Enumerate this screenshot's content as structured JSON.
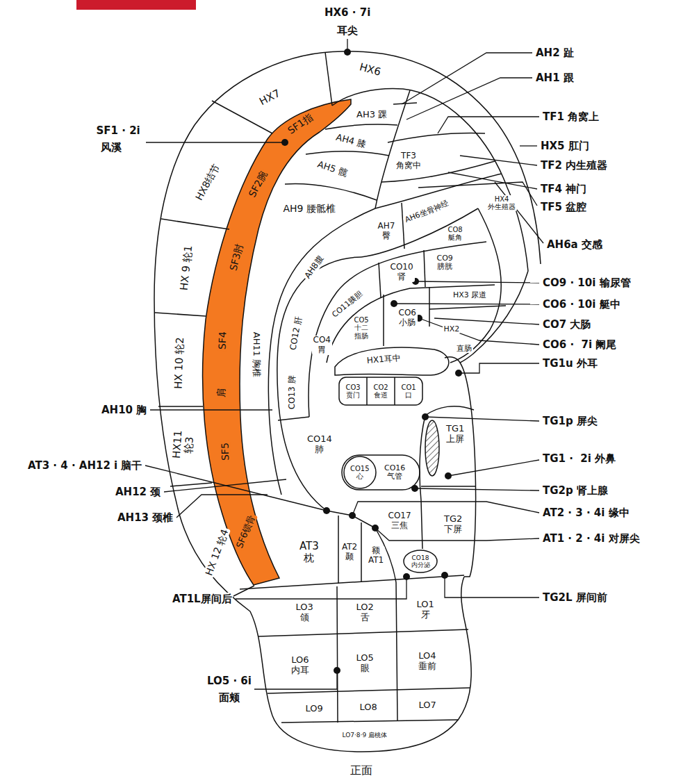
{
  "diagram": {
    "caption": "正面",
    "nodes": [
      {
        "text": [
          "HX6"
        ]
      },
      {
        "text": [
          "HX7"
        ]
      },
      {
        "text": [
          "HX8结节"
        ]
      },
      {
        "text": [
          "HX 9 轮1"
        ]
      },
      {
        "text": [
          "HX 10 轮2"
        ]
      },
      {
        "text": [
          "HX11",
          "轮3"
        ]
      },
      {
        "text": [
          "HX 12 轮4"
        ]
      },
      {
        "text": [
          "SF1指"
        ]
      },
      {
        "text": [
          "SF2腕"
        ]
      },
      {
        "text": [
          "SF3肘"
        ]
      },
      {
        "text": [
          "SF4"
        ]
      },
      {
        "text": [
          "肩"
        ]
      },
      {
        "text": [
          "SF5"
        ]
      },
      {
        "text": [
          "SF6锁骨"
        ]
      },
      {
        "text": [
          "AH3 踝"
        ]
      },
      {
        "text": [
          "AH4 膝"
        ]
      },
      {
        "text": [
          "AH5 髋"
        ]
      },
      {
        "text": [
          "AH9 腰骶椎"
        ]
      },
      {
        "text": [
          "AH8腹"
        ]
      },
      {
        "text": [
          "AH11 胸椎"
        ]
      },
      {
        "text": [
          "AH7",
          "臀"
        ]
      },
      {
        "text": [
          "AH6坐骨神经"
        ]
      },
      {
        "text": [
          "TF3",
          "角窝中"
        ]
      },
      {
        "text": [
          "HX4",
          "外生殖器"
        ]
      },
      {
        "text": [
          "CO8",
          "艇角"
        ]
      },
      {
        "text": [
          "CO9",
          "膀胱"
        ]
      },
      {
        "text": [
          "CO10",
          "肾"
        ]
      },
      {
        "text": [
          "CO11胰胆"
        ]
      },
      {
        "text": [
          "CO12 肝"
        ]
      },
      {
        "text": [
          "CO5",
          "十二 指肠"
        ]
      },
      {
        "text": [
          "CO6",
          "小肠"
        ]
      },
      {
        "text": [
          "HX3 尿道"
        ]
      },
      {
        "text": [
          "HX2"
        ]
      },
      {
        "text": [
          "直肠"
        ]
      },
      {
        "text": [
          "HX1耳中"
        ]
      },
      {
        "text": [
          "CO4",
          "胃"
        ]
      },
      {
        "text": [
          "CO3",
          "贲门"
        ]
      },
      {
        "text": [
          "CO2",
          "食道"
        ]
      },
      {
        "text": [
          "CO1",
          "口"
        ]
      },
      {
        "text": [
          "CO13 脾"
        ]
      },
      {
        "text": [
          "CO14",
          "肺"
        ]
      },
      {
        "text": [
          "CO15",
          "心"
        ]
      },
      {
        "text": [
          "CO16",
          "气管"
        ]
      },
      {
        "text": [
          "CO17",
          "三焦"
        ]
      },
      {
        "text": [
          "CO18",
          "内分泌"
        ]
      },
      {
        "text": [
          "TG1",
          "上屏"
        ]
      },
      {
        "text": [
          "TG2",
          "下屏"
        ]
      },
      {
        "text": [
          "AT3",
          "枕"
        ]
      },
      {
        "text": [
          "AT2",
          "颞"
        ]
      },
      {
        "text": [
          "额",
          "AT1"
        ]
      },
      {
        "text": [
          "LO3",
          "颌"
        ]
      },
      {
        "text": [
          "LO2",
          "舌"
        ]
      },
      {
        "text": [
          "LO1",
          "牙"
        ]
      },
      {
        "text": [
          "LO6",
          "内耳"
        ]
      },
      {
        "text": [
          "LO5",
          "眼"
        ]
      },
      {
        "text": [
          "LO4",
          "垂前"
        ]
      },
      {
        "text": [
          "LO9"
        ]
      },
      {
        "text": [
          "LO8"
        ]
      },
      {
        "text": [
          "LO7"
        ]
      }
    ],
    "labels": [
      "HX6 · 7i",
      "耳尖",
      "AH2 趾",
      "AH1 跟",
      "TF1 角窝上",
      "HX5 肛门",
      "TF2 内生殖器",
      "TF4 神门",
      "TF5 盆腔",
      "AH6a 交感",
      "CO9 · 10i 输尿管",
      "CO6 · 10i 艇中",
      "CO7 大肠",
      "CO6 ·  7i 阑尾",
      "TG1u 外耳",
      "TG1p 屏尖",
      "TG1 ·  2i 外鼻",
      "TG2p 肾上腺",
      "AT2 · 3 · 4i 缘中",
      "AT1 · 2 · 4i 对屏尖",
      "TG2L 屏间前",
      "AT1L屏间后",
      "LO5 · 6i",
      "面颊",
      "AH10 胸",
      "AT3 · 4 · AH12 i 脑干",
      "AH12 颈",
      "AH13 颈椎",
      "SF1 · 2i",
      "风溪",
      "LO7·8·9 扁桃体"
    ]
  }
}
